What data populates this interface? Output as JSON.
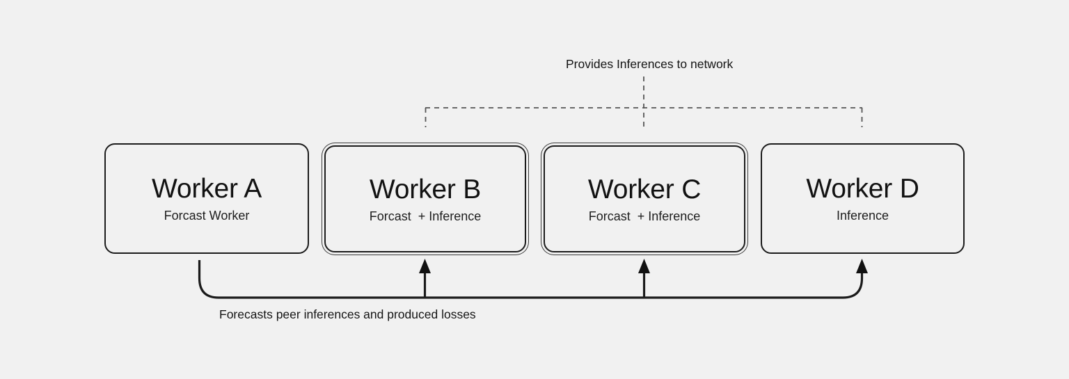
{
  "diagram": {
    "background_color": "#f1f1f1",
    "stroke_color": "#1b1b1b",
    "dashed_color": "#555555",
    "top_caption": "Provides Inferences to network",
    "bottom_caption": "Forecasts peer inferences and produced losses",
    "nodes": [
      {
        "id": "a",
        "title": "Worker A",
        "subtitle": "Forcast Worker",
        "emphasis": "single"
      },
      {
        "id": "b",
        "title": "Worker B",
        "subtitle": "Forcast  + Inference",
        "emphasis": "double"
      },
      {
        "id": "c",
        "title": "Worker C",
        "subtitle": "Forcast  + Inference",
        "emphasis": "double"
      },
      {
        "id": "d",
        "title": "Worker D",
        "subtitle": "Inference",
        "emphasis": "single"
      }
    ],
    "connections": {
      "inference_bus": {
        "label": "Provides Inferences to network",
        "style": "dashed",
        "targets": [
          "Worker B",
          "Worker C",
          "Worker D"
        ]
      },
      "forecast_bus": {
        "label": "Forecasts peer inferences and produced losses",
        "style": "solid-arrow",
        "source": "Worker A",
        "targets": [
          "Worker B",
          "Worker C",
          "Worker D"
        ]
      }
    }
  }
}
